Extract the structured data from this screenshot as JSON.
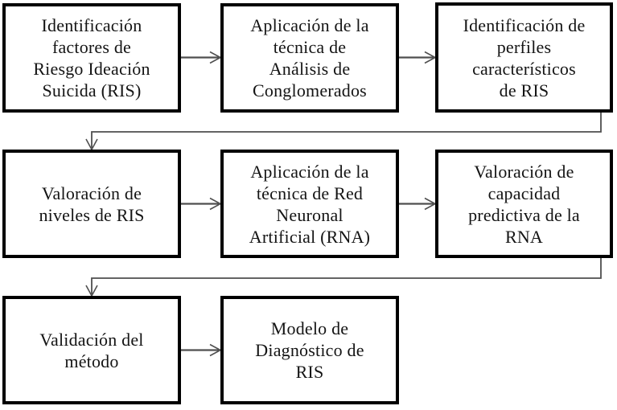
{
  "diagram": {
    "type": "flowchart",
    "language": "es",
    "nodes": [
      {
        "id": "identificacion-factores",
        "label": "Identificación\nfactores de\nRiesgo Ideación\nSuicida (RIS)"
      },
      {
        "id": "tecnica-conglomerados",
        "label": "Aplicación de la\ntécnica de\nAnálisis de\nConglomerados"
      },
      {
        "id": "perfiles-caracteristicos",
        "label": "Identificación de\nperfiles\ncaracterísticos\nde RIS"
      },
      {
        "id": "valoracion-niveles",
        "label": "Valoración de\nniveles de RIS"
      },
      {
        "id": "tecnica-rna",
        "label": "Aplicación de la\ntécnica de Red\nNeuronal\nArtificial (RNA)"
      },
      {
        "id": "valoracion-capacidad",
        "label": "Valoración de\ncapacidad\npredictiva de la\nRNA"
      },
      {
        "id": "validacion-metodo",
        "label": "Validación del\nmétodo"
      },
      {
        "id": "modelo-diagnostico",
        "label": "Modelo de\nDiagnóstico de\nRIS"
      }
    ],
    "edges": [
      {
        "from": "identificacion-factores",
        "to": "tecnica-conglomerados"
      },
      {
        "from": "tecnica-conglomerados",
        "to": "perfiles-caracteristicos"
      },
      {
        "from": "perfiles-caracteristicos",
        "to": "valoracion-niveles"
      },
      {
        "from": "valoracion-niveles",
        "to": "tecnica-rna"
      },
      {
        "from": "tecnica-rna",
        "to": "valoracion-capacidad"
      },
      {
        "from": "valoracion-capacidad",
        "to": "validacion-metodo"
      },
      {
        "from": "validacion-metodo",
        "to": "modelo-diagnostico"
      }
    ],
    "colors": {
      "background": "#ffffff",
      "box_border": "#000000",
      "box_fill": "#ffffff",
      "text": "#141414",
      "connector": "#4f4f4f"
    }
  }
}
